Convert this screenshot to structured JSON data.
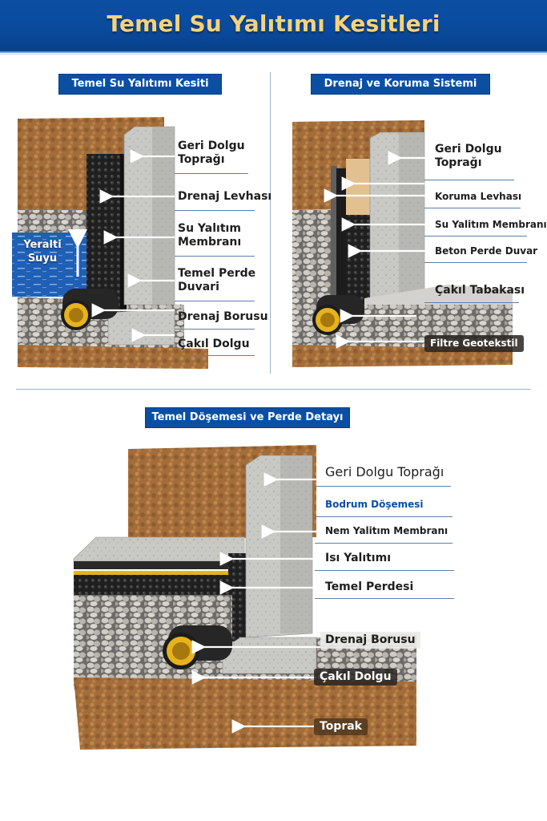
{
  "header": {
    "title": "Temel Su Yalıtımı Kesitleri"
  },
  "panels": [
    {
      "title": "Temel Su Yalıtımı Kesiti",
      "water_label": "Yeraltı\nSuyu",
      "water_label_lines": [
        "Yeralti",
        "Suyu"
      ],
      "labels": [
        {
          "lines": [
            "Geri Dolgu",
            "Toprağı"
          ]
        },
        {
          "lines": [
            "Drenaj Levhası"
          ]
        },
        {
          "lines": [
            "Su Yalıtım",
            "Membranı"
          ]
        },
        {
          "lines": [
            "Temel Perde",
            "Duvari"
          ]
        },
        {
          "lines": [
            "Drenaj Borusu"
          ]
        },
        {
          "lines": [
            "Çakıl Dolgu"
          ]
        }
      ]
    },
    {
      "title": "Drenaj ve Koruma Sistemi",
      "labels": [
        {
          "lines": [
            "Geri Dolgu",
            "Toprağı"
          ]
        },
        {
          "lines": [
            "Koruma Levhası"
          ]
        },
        {
          "lines": [
            "Su Yalitım Membranı"
          ]
        },
        {
          "lines": [
            "Beton Perde  Duvar"
          ]
        },
        {
          "lines": [
            "Çakıl Tabakası"
          ]
        },
        {
          "lines": [
            "Filtre Geotekstil"
          ]
        }
      ]
    },
    {
      "title": "Temel Döşemesi ve Perde Detayı",
      "labels": [
        {
          "lines": [
            "Geri Dolgu Toprağı"
          ]
        },
        {
          "lines": [
            "Bodrum Döşemesi"
          ]
        },
        {
          "lines": [
            "Nem Yalitım Membranı"
          ]
        },
        {
          "lines": [
            "Isı Yalıtımı"
          ]
        },
        {
          "lines": [
            "Temel Perdesi"
          ]
        },
        {
          "lines": [
            "Drenaj Borusu"
          ]
        },
        {
          "lines": [
            "Çakıl Dolgu"
          ]
        },
        {
          "lines": [
            "Toprak"
          ]
        }
      ]
    }
  ],
  "colors": {
    "brand_blue": "#0b4fa3",
    "title_gold": "#f6d27a",
    "soil": "#a9743f",
    "gravel": "#b9b6b0",
    "concrete": "#c9c9c6",
    "membrane": "#222222",
    "pipe_yellow": "#e6b31c",
    "water": "#1f5fb4"
  }
}
